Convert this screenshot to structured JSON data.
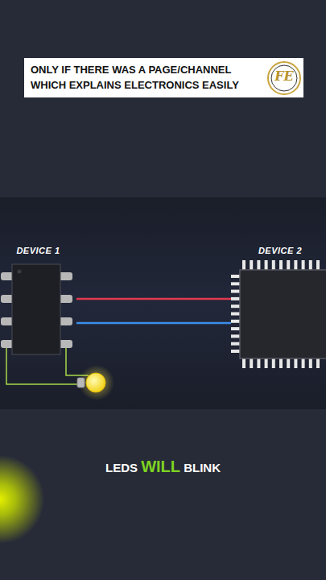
{
  "diagram": {
    "title": "ONLY IF THERE WAS A PAGE/CHANNEL WHICH EXPLAINS ELECTRONICS EASILY",
    "caption": "LEDS WILL BLINK",
    "nodes": [
      {
        "text": [
          "DEVICE 1"
        ]
      },
      {
        "text": [
          "DEVICE 2"
        ]
      }
    ],
    "edges": [
      {
        "from": 0,
        "to": 1,
        "arrow": "none"
      },
      {
        "from": 0,
        "to": 1,
        "arrow": "none"
      }
    ],
    "labels": [
      "FE"
    ]
  }
}
